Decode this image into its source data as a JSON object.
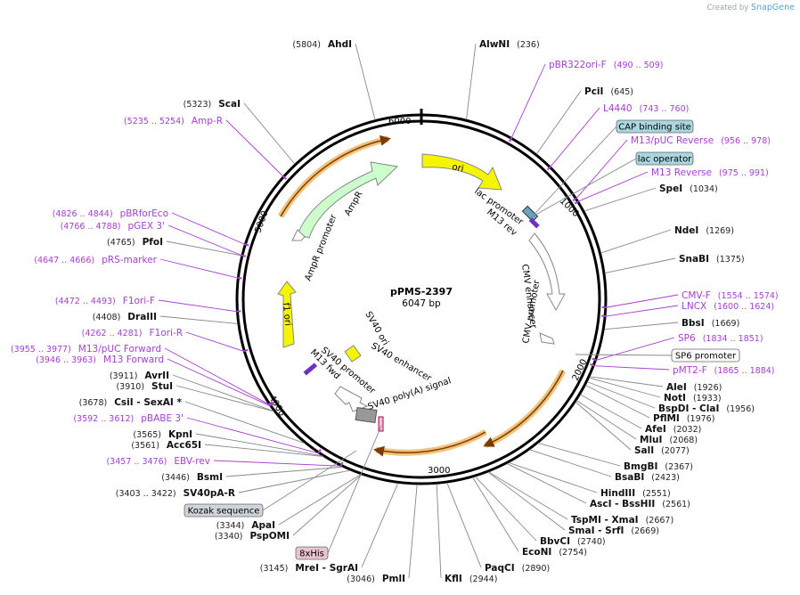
{
  "credit": {
    "prefix": "Created by",
    "brand": "SnapGene"
  },
  "plasmid": {
    "name": "pPMS-2397",
    "size_label": "6047 bp",
    "length": 6047
  },
  "ticks": [
    "1000",
    "2000",
    "3000",
    "4000",
    "5000",
    "6000"
  ],
  "enzymes": [
    {
      "name": "AhdI",
      "pos": "(5804)"
    },
    {
      "name": "AlwNI",
      "pos": "(236)"
    },
    {
      "name": "PciI",
      "pos": "(645)"
    },
    {
      "name": "SpeI",
      "pos": "(1034)"
    },
    {
      "name": "NdeI",
      "pos": "(1269)"
    },
    {
      "name": "SnaBI",
      "pos": "(1375)"
    },
    {
      "name": "BbsI",
      "pos": "(1669)"
    },
    {
      "name": "AleI",
      "pos": "(1926)"
    },
    {
      "name": "NotI",
      "pos": "(1933)"
    },
    {
      "name": "BspDI - ClaI",
      "pos": "(1956)"
    },
    {
      "name": "PflMI",
      "pos": "(1976)"
    },
    {
      "name": "AfeI",
      "pos": "(2032)"
    },
    {
      "name": "MluI",
      "pos": "(2068)"
    },
    {
      "name": "SalI",
      "pos": "(2077)"
    },
    {
      "name": "BmgBI",
      "pos": "(2367)"
    },
    {
      "name": "BsaBI",
      "pos": "(2423)"
    },
    {
      "name": "HindIII",
      "pos": "(2551)"
    },
    {
      "name": "AscI - BssHII",
      "pos": "(2561)"
    },
    {
      "name": "TspMI - XmaI",
      "pos": "(2667)"
    },
    {
      "name": "SmaI - SrfI",
      "pos": "(2669)"
    },
    {
      "name": "BbvCI",
      "pos": "(2740)"
    },
    {
      "name": "EcoNI",
      "pos": "(2754)"
    },
    {
      "name": "PaqCI",
      "pos": "(2890)"
    },
    {
      "name": "KflI",
      "pos": "(2944)"
    },
    {
      "name": "PmlI",
      "pos": "(3046)"
    },
    {
      "name": "MreI - SgrAI",
      "pos": "(3145)"
    },
    {
      "name": "PspOMI",
      "pos": "(3340)"
    },
    {
      "name": "ApaI",
      "pos": "(3344)"
    },
    {
      "name": "SV40pA-R",
      "pos": "(3403 .. 3422)"
    },
    {
      "name": "BsmI",
      "pos": "(3446)"
    },
    {
      "name": "Acc65I",
      "pos": "(3561)"
    },
    {
      "name": "KpnI",
      "pos": "(3565)"
    },
    {
      "name": "CsiI - SexAI *",
      "pos": "(3678)"
    },
    {
      "name": "StuI",
      "pos": "(3910)"
    },
    {
      "name": "AvrII",
      "pos": "(3911)"
    },
    {
      "name": "DraIII",
      "pos": "(4408)"
    },
    {
      "name": "PfoI",
      "pos": "(4765)"
    },
    {
      "name": "ScaI",
      "pos": "(5323)"
    }
  ],
  "primers": [
    {
      "name": "pBR322ori-F",
      "pos": "(490 .. 509)"
    },
    {
      "name": "L4440",
      "pos": "(743 .. 760)"
    },
    {
      "name": "M13/pUC Reverse",
      "pos": "(956 .. 978)"
    },
    {
      "name": "M13 Reverse",
      "pos": "(975 .. 991)"
    },
    {
      "name": "CMV-F",
      "pos": "(1554 .. 1574)"
    },
    {
      "name": "LNCX",
      "pos": "(1600 .. 1624)"
    },
    {
      "name": "SP6",
      "pos": "(1834 .. 1851)"
    },
    {
      "name": "pMT2-F",
      "pos": "(1865 .. 1884)"
    },
    {
      "name": "EBV-rev",
      "pos": "(3457 .. 3476)"
    },
    {
      "name": "pBABE 3'",
      "pos": "(3592 .. 3612)"
    },
    {
      "name": "M13 Forward",
      "pos": "(3946 .. 3963)"
    },
    {
      "name": "M13/pUC Forward",
      "pos": "(3955 .. 3977)"
    },
    {
      "name": "F1ori-R",
      "pos": "(4262 .. 4281)"
    },
    {
      "name": "F1ori-F",
      "pos": "(4472 .. 4493)"
    },
    {
      "name": "pRS-marker",
      "pos": "(4647 .. 4666)"
    },
    {
      "name": "pGEX 3'",
      "pos": "(4766 .. 4788)"
    },
    {
      "name": "pBRforEco",
      "pos": "(4826 .. 4844)"
    },
    {
      "name": "Amp-R",
      "pos": "(5235 .. 5254)"
    }
  ],
  "boxed_features": [
    "CAP binding site",
    "lac operator",
    "SP6 promoter",
    "Kozak sequence",
    "8xHis"
  ],
  "features": {
    "ori": "ori",
    "ampr": "AmpR",
    "ampr_promoter": "AmpR promoter",
    "f1_ori": "f1 ori",
    "lac_promoter": "lac promoter",
    "m13_rev": "M13 rev",
    "cmv_enhancer": "CMV enhancer",
    "cmv_promoter": "CMV promoter",
    "sv40_ori": "SV40 ori",
    "sv40_enhancer": "SV40 enhancer",
    "sv40_promoter": "SV40 promoter",
    "m13_fwd": "M13 fwd",
    "sv40_polya": "SV40 poly(A) signal"
  },
  "colors": {
    "enzyme_line": "#888888",
    "primer": "#a53fcf",
    "ori": "#f5f500",
    "ampr": "#ccffcc",
    "orange_arrow": "#f0a030",
    "cap_box": "#a9d7e0",
    "his_box": "#e9c3d0"
  }
}
